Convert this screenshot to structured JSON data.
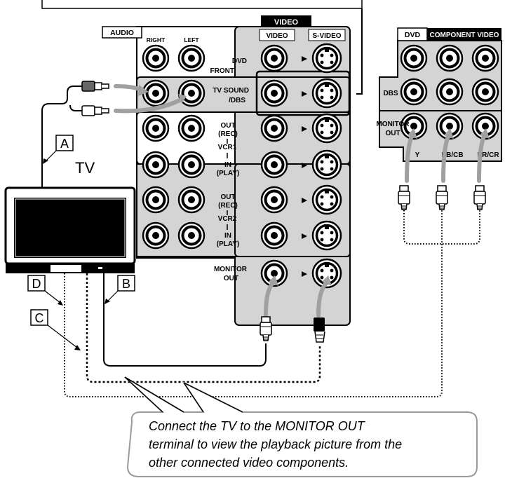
{
  "headers": {
    "video_group": "VIDEO",
    "audio": "AUDIO",
    "right": "RIGHT",
    "left": "LEFT",
    "video": "VIDEO",
    "s_video": "S-VIDEO",
    "dvd": "DVD",
    "component_video": "COMPONENT VIDEO"
  },
  "rows": {
    "dvd": "DVD",
    "front": "FRONT",
    "tv_sound_1": "TV SOUND",
    "tv_sound_2": "/DBS",
    "vcr1_out_1": "OUT",
    "vcr1_out_2": "(REC)",
    "vcr1": "VCR1",
    "vcr1_in_1": "IN",
    "vcr1_in_2": "(PLAY)",
    "vcr2_out_1": "OUT",
    "vcr2_out_2": "(REC)",
    "vcr2": "VCR2",
    "vcr2_in_1": "IN",
    "vcr2_in_2": "(PLAY)",
    "monitor_1": "MONITOR",
    "monitor_2": "OUT"
  },
  "component": {
    "dbs": "DBS",
    "monitor_1": "MONITOR",
    "monitor_2": "OUT",
    "y": "Y",
    "pb": "PB/CB",
    "pr": "PR/CR"
  },
  "markers": {
    "a": "A",
    "b": "B",
    "c": "C",
    "d": "D"
  },
  "tv_label": "TV",
  "callout_lines": [
    "Connect the TV to the MONITOR OUT",
    "terminal to view the playback picture from the",
    "other connected video components."
  ]
}
